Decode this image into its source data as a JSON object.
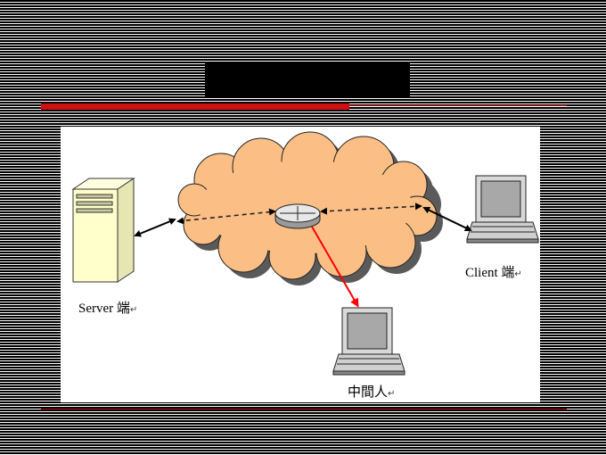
{
  "slide": {
    "title": "?? MITM (? )"
  },
  "diagram": {
    "server_label": "Server 端",
    "client_label": "Client 端",
    "mitm_label": "中間人",
    "return_mark": "↵",
    "colors": {
      "cloud_fill": "#fbbf86",
      "cloud_shadow": "#5a5a5a",
      "server_fill": "#ffffcc",
      "laptop_screen": "#a8a8a8",
      "intercept_arrow": "#ff0000",
      "rule_red": "#cc1111"
    },
    "icons": [
      "server-icon",
      "cloud-network-icon",
      "router-icon",
      "client-laptop-icon",
      "mitm-laptop-icon"
    ]
  }
}
